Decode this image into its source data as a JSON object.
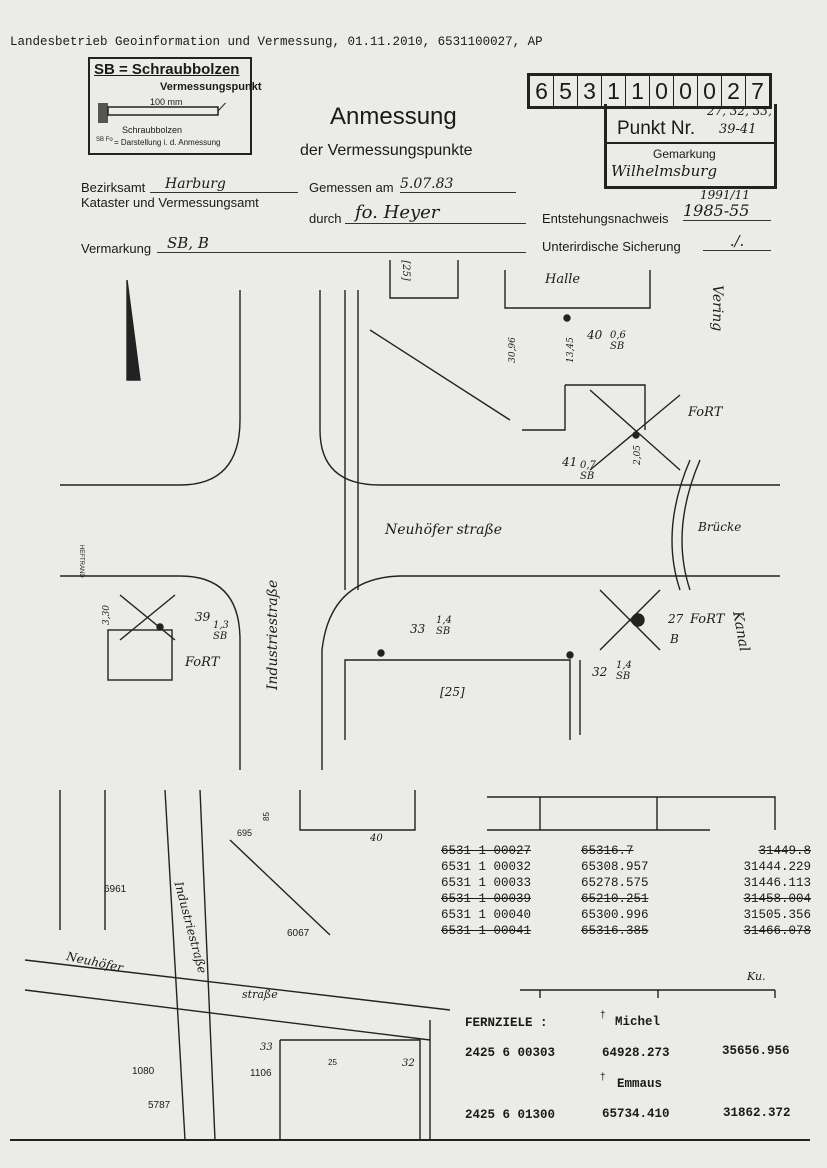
{
  "header_line": "Landesbetrieb Geoinformation und Vermessung, 01.11.2010, 6531100027, AP",
  "legend": {
    "title": "SB = Schraubbolzen",
    "point": "Vermessungspunkt",
    "length": "100 mm",
    "bolt": "Schraubbolzen",
    "symbol": "SB Fo",
    "symbol_desc": "= Darstellung i. d. Anmessung"
  },
  "title": "Anmessung",
  "subtitle": "der Vermessungspunkte",
  "number_digits": [
    "6",
    "5",
    "3",
    "1",
    "1",
    "0",
    "0",
    "0",
    "2",
    "7"
  ],
  "punkt": {
    "label": "Punkt Nr.",
    "value_top": "27, 32, 33,",
    "value": "39-41",
    "gemarkung_label": "Gemarkung",
    "gemarkung": "Wilhelmsburg"
  },
  "form": {
    "bezirksamt_label": "Bezirksamt",
    "bezirksamt": "Harburg",
    "kataster": "Kataster und Vermessungsamt",
    "gemessen_label": "Gemessen am",
    "gemessen": "5.07.83",
    "durch_label": "durch",
    "durch": "fo. Heyer",
    "entstehung_label": "Entstehungsnachweis",
    "entstehung_top": "1991/11",
    "entstehung": "1985-55",
    "vermarkung_label": "Vermarkung",
    "vermarkung": "SB, B",
    "sicherung_label": "Unterirdische Sicherung",
    "sicherung": "./."
  },
  "sketch": {
    "halle": "Halle",
    "vering": "Vering",
    "fort1": "FoRT",
    "fort2": "FoRT",
    "fort3": "FoRT",
    "bruecke": "Brücke",
    "street1": "Neuhöfer straße",
    "street2": "Industriestraße",
    "kanal": "Kanal",
    "heftrand": "HEFTRAND",
    "p40": "40",
    "p40sb": "0,6 SB",
    "p41": "41",
    "p41sb": "0,7 SB",
    "p39": "39",
    "p39sb": "1,3 SB",
    "p33": "33",
    "p33sb": "1,4 SB",
    "p32": "32",
    "p32sb": "1,4 SB",
    "p27": "27",
    "p27sb": "B",
    "bldg25": "[25]",
    "bldg_top": "[25]",
    "d1": "30,96",
    "d2": "13,45",
    "d3": "3,30",
    "d4": "2,05"
  },
  "map": {
    "n6961": "6961",
    "n6067": "6067",
    "n1080": "1080",
    "n5787": "5787",
    "n1106": "1106",
    "n33": "33",
    "n25": "25",
    "n32": "32",
    "n40": "40",
    "n695": "695",
    "n85": "85",
    "street1": "Neuhöfer",
    "street2": "straße",
    "street3": "Industriestraße"
  },
  "coords": [
    {
      "id": "6531 1 00027",
      "x": "65316.7",
      "y": "31449.8",
      "struck": true
    },
    {
      "id": "6531 1 00032",
      "x": "65308.957",
      "y": "31444.229",
      "struck": false
    },
    {
      "id": "6531 1 00033",
      "x": "65278.575",
      "y": "31446.113",
      "struck": false
    },
    {
      "id": "6531 1 00039",
      "x": "65210.251",
      "y": "31458.004",
      "struck": true
    },
    {
      "id": "6531 1 00040",
      "x": "65300.996",
      "y": "31505.356",
      "struck": false
    },
    {
      "id": "6531 1 00041",
      "x": "65316.385",
      "y": "31466.078",
      "struck": true
    }
  ],
  "fernziele": {
    "label": "FERNZIELE :",
    "t1_name": "Michel",
    "t1_id": "2425 6 00303",
    "t1_x": "64928.273",
    "t1_y": "35656.956",
    "t2_name": "Emmaus",
    "t2_id": "2425 6 01300",
    "t2_x": "65734.410",
    "t2_y": "31862.372",
    "initials": "Ku."
  }
}
